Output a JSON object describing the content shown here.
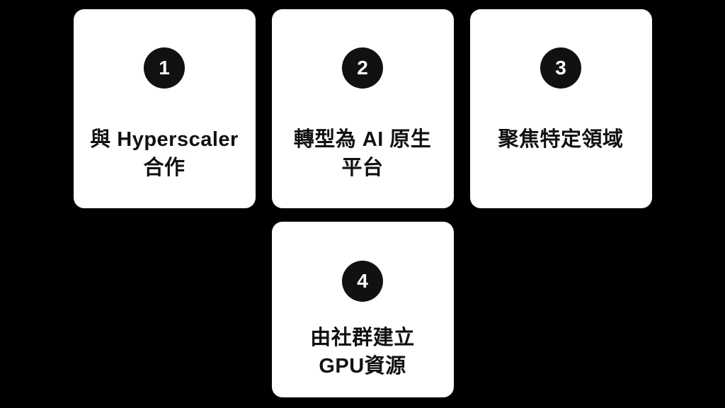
{
  "colors": {
    "background": "#000000",
    "card": "#ffffff",
    "text": "#111111",
    "badge": "#111111",
    "badge_text": "#ffffff"
  },
  "cards": [
    {
      "number": "1",
      "lines": [
        "與 Hyperscaler",
        "合作"
      ]
    },
    {
      "number": "2",
      "lines": [
        "轉型為 AI 原生",
        "平台"
      ]
    },
    {
      "number": "3",
      "lines": [
        "聚焦特定領域"
      ]
    },
    {
      "number": "4",
      "lines": [
        "由社群建立",
        "GPU資源"
      ]
    }
  ]
}
